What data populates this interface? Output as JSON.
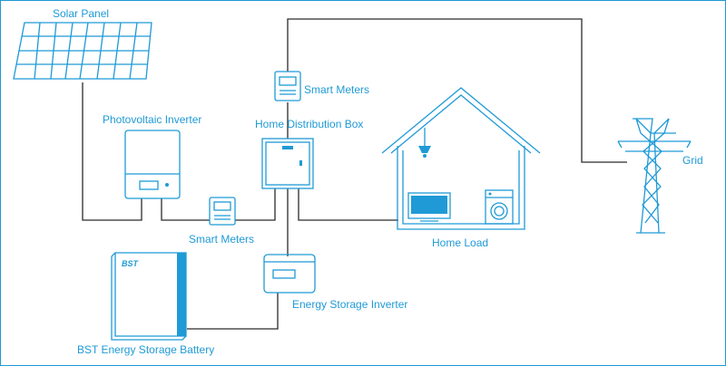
{
  "labels": {
    "solar_panel": "Solar Panel",
    "photovoltaic_inverter": "Photovoltaic Inverter",
    "smart_meters_top": "Smart Meters",
    "smart_meters_bottom": "Smart Meters",
    "home_distribution_box": "Home Distribution Box",
    "home_load": "Home Load",
    "grid": "Grid",
    "energy_storage_inverter": "Energy Storage Inverter",
    "battery": "BST Energy Storage Battery",
    "battery_brand": "BST"
  },
  "colors": {
    "accent": "#1f9ad6",
    "wire": "#2b2b2b"
  }
}
